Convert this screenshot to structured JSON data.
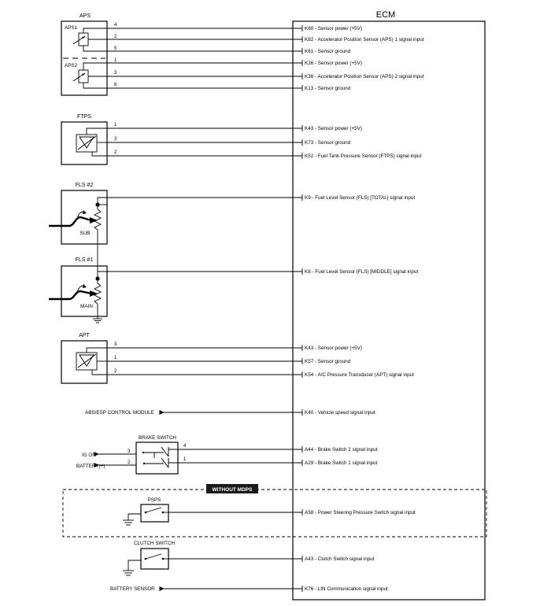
{
  "ecm": {
    "title": "ECM",
    "terminals": [
      {
        "id": "k60",
        "pin": "K60",
        "desc": "Sensor power (+5V)"
      },
      {
        "id": "k82",
        "pin": "K82",
        "desc": "Accelerator Position Sensor (APS) 1 signal input"
      },
      {
        "id": "k61",
        "pin": "K61",
        "desc": "Sensor ground"
      },
      {
        "id": "k36a",
        "pin": "K36",
        "desc": "Sensor power (+5V)"
      },
      {
        "id": "k36b",
        "pin": "K36",
        "desc": "Accelerator Position Sensor (APS) 2 signal input"
      },
      {
        "id": "k13",
        "pin": "K13",
        "desc": "Sensor ground"
      },
      {
        "id": "k43a",
        "pin": "K43",
        "desc": "Sensor power (+5V)"
      },
      {
        "id": "k73",
        "pin": "K73",
        "desc": "Sensor ground"
      },
      {
        "id": "k52",
        "pin": "K52",
        "desc": "Fuel Tank Pressure Sensor (FTPS) signal input"
      },
      {
        "id": "k9",
        "pin": "K9",
        "desc": "Fuel Level Sensor (FLS) [TOTAL] signal input"
      },
      {
        "id": "k8",
        "pin": "K8",
        "desc": "Fuel Level Sensor (FLS) [MIDDLE] signal input"
      },
      {
        "id": "k43b",
        "pin": "K43",
        "desc": "Sensor power (+5V)"
      },
      {
        "id": "k57",
        "pin": "K57",
        "desc": "Sensor ground"
      },
      {
        "id": "k54",
        "pin": "K54",
        "desc": "A/C Pressure Transducer (APT) signal input"
      },
      {
        "id": "k40",
        "pin": "K40",
        "desc": "Vehicle speed signal input"
      },
      {
        "id": "a44",
        "pin": "A44",
        "desc": "Brake Switch 2 signal input"
      },
      {
        "id": "a29",
        "pin": "A29",
        "desc": "Brake Switch 1 signal input"
      },
      {
        "id": "a58",
        "pin": "A58",
        "desc": "Power Steering Pressure Switch signal input"
      },
      {
        "id": "a43",
        "pin": "A43",
        "desc": "Clutch Switch signal input"
      },
      {
        "id": "k76",
        "pin": "K76",
        "desc": "LIN Communication signal input"
      }
    ]
  },
  "components": {
    "aps": {
      "title": "APS",
      "sub1": "APS1",
      "sub2": "APS2",
      "pins": [
        "4",
        "2",
        "5",
        "1",
        "3",
        "6"
      ]
    },
    "ftps": {
      "title": "FTPS",
      "pins": [
        "1",
        "3",
        "2"
      ]
    },
    "fls2": {
      "title": "FLS #2",
      "label": "SUB"
    },
    "fls1": {
      "title": "FLS #1",
      "label": "MAIN"
    },
    "apt": {
      "title": "APT",
      "pins": [
        "3",
        "1",
        "2"
      ]
    },
    "abs": {
      "label": "ABS/ESP CONTROL MODULE"
    },
    "brake": {
      "title": "BRAKE SWITCH",
      "ig_on": "IG ON",
      "battery": "BATTERY(+)",
      "left_pins": [
        "3",
        "2"
      ],
      "right_pins": [
        "4",
        "1"
      ]
    },
    "mdps": {
      "banner": "WITHOUT MDPS"
    },
    "psps": {
      "title": "PSPS"
    },
    "clutch": {
      "title": "CLUTCH SWITCH"
    },
    "battery_sensor": {
      "label": "BATTERY SENSOR"
    }
  }
}
